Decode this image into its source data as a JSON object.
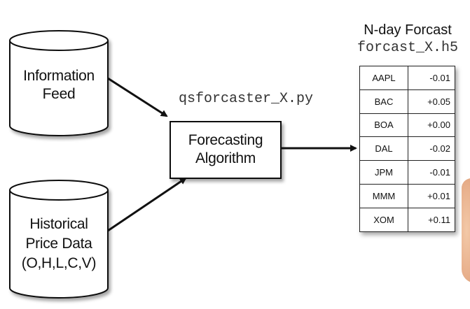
{
  "nodes": {
    "info_feed": {
      "lines": [
        "Information",
        "Feed"
      ]
    },
    "historical": {
      "lines": [
        "Historical",
        "Price Data",
        "(O,H,L,C,V)"
      ]
    },
    "algorithm": {
      "lines": [
        "Forecasting",
        "Algorithm"
      ]
    },
    "script_label": "qsforcaster_X.py"
  },
  "output": {
    "title": "N-day Forcast",
    "filename": "forcast_X.h5",
    "rows": [
      {
        "symbol": "AAPL",
        "value": "-0.01"
      },
      {
        "symbol": "BAC",
        "value": "+0.05"
      },
      {
        "symbol": "BOA",
        "value": "+0.00"
      },
      {
        "symbol": "DAL",
        "value": "-0.02"
      },
      {
        "symbol": "JPM",
        "value": "-0.01"
      },
      {
        "symbol": "MMM",
        "value": "+0.01"
      },
      {
        "symbol": "XOM",
        "value": "+0.11"
      }
    ]
  },
  "colors": {
    "stroke": "#111111",
    "fill": "#ffffff",
    "shadow": "#000000"
  }
}
